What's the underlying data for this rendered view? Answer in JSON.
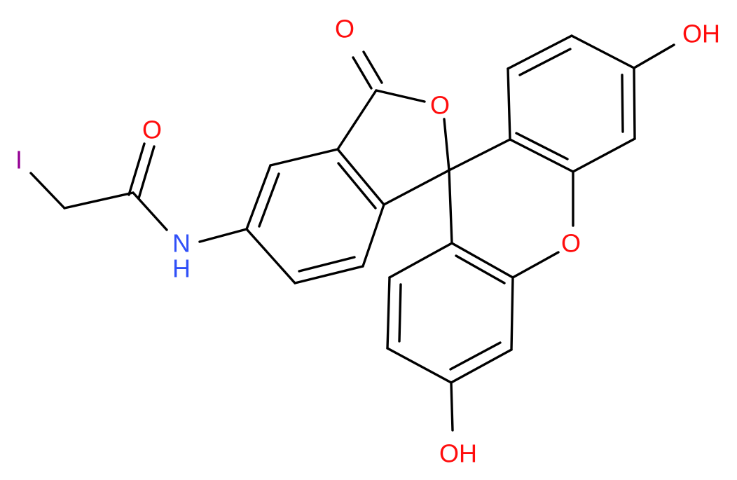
{
  "structure": {
    "atoms": {
      "iodine": "I",
      "amide_oxygen": "O",
      "amide_nitrogen": "N",
      "amide_hydrogen": "H",
      "lactone_carbonyl_oxygen": "O",
      "lactone_ring_oxygen": "O",
      "xanthene_bridge_oxygen": "O",
      "hydroxyl_top_right": "OH",
      "hydroxyl_bottom": "OH"
    },
    "colors": {
      "bond": "#000000",
      "oxygen": "#ff0d0d",
      "nitrogen": "#3050f8",
      "iodine": "#940094"
    }
  }
}
